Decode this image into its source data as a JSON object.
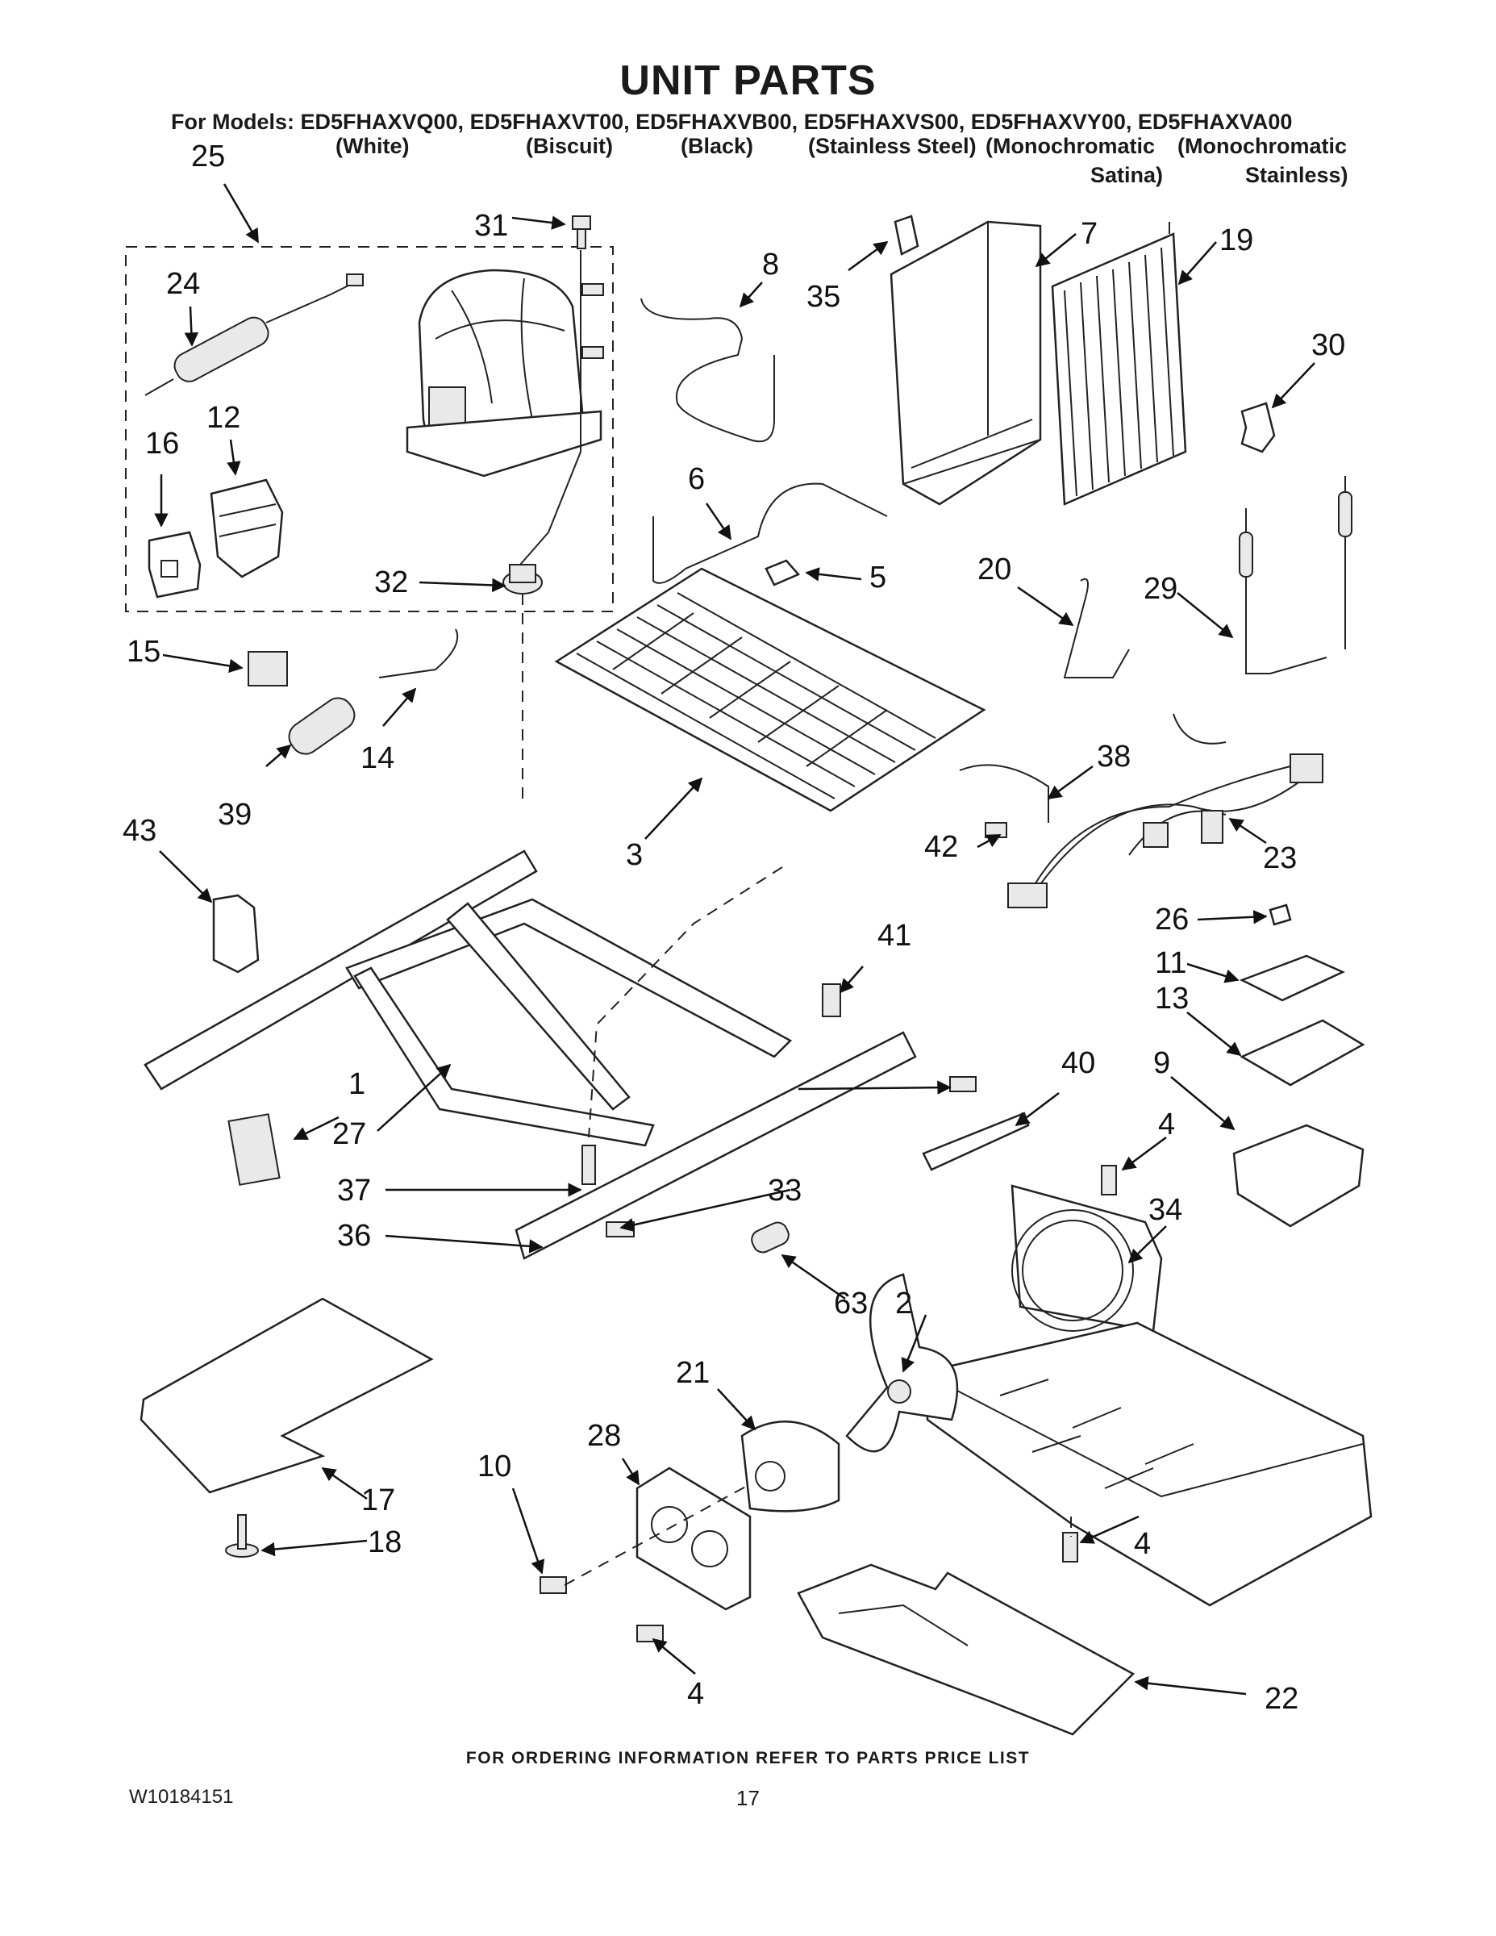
{
  "page": {
    "title": "UNIT PARTS",
    "models_line": "For Models: ED5FHAXVQ00, ED5FHAXVT00, ED5FHAXVB00, ED5FHAXVS00, ED5FHAXVY00, ED5FHAXVA00",
    "variants": [
      "(White)",
      "(Biscuit)",
      "(Black)",
      "(Stainless Steel)",
      "(Monochromatic",
      "(Monochromatic",
      "Satina)",
      "Stainless)"
    ],
    "footer_note": "FOR ORDERING INFORMATION REFER TO PARTS PRICE LIST",
    "doc_id": "W10184151",
    "page_number": "17"
  },
  "callouts": {
    "c1": "1",
    "c2": "2",
    "c3": "3",
    "c4a": "4",
    "c4b": "4",
    "c4c": "4",
    "c5": "5",
    "c6": "6",
    "c7": "7",
    "c8": "8",
    "c9": "9",
    "c10": "10",
    "c11": "11",
    "c12": "12",
    "c13": "13",
    "c14": "14",
    "c15": "15",
    "c16": "16",
    "c17": "17",
    "c18": "18",
    "c19": "19",
    "c20": "20",
    "c21": "21",
    "c22": "22",
    "c23": "23",
    "c24": "24",
    "c25": "25",
    "c26": "26",
    "c27": "27",
    "c28": "28",
    "c29": "29",
    "c30": "30",
    "c31": "31",
    "c32": "32",
    "c33": "33",
    "c34": "34",
    "c35": "35",
    "c36": "36",
    "c37": "37",
    "c38": "38",
    "c39": "39",
    "c40": "40",
    "c41": "41",
    "c42": "42",
    "c43": "43",
    "c63": "63"
  }
}
